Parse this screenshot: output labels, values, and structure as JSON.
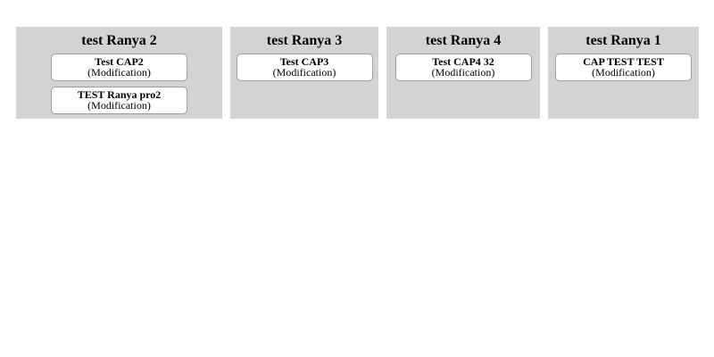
{
  "colors": {
    "page_background": "#ffffff",
    "panel_background": "#d3d3d3",
    "card_background": "#ffffff",
    "card_border": "#9d9d9d",
    "text": "#000000"
  },
  "panels": [
    {
      "title": "test Ranya 2",
      "cards": [
        {
          "name": "Test CAP2",
          "subtitle": "(Modification)"
        },
        {
          "name": "TEST Ranya pro2",
          "subtitle": "(Modification)"
        }
      ]
    },
    {
      "title": "test Ranya 3",
      "cards": [
        {
          "name": "Test CAP3",
          "subtitle": "(Modification)"
        }
      ]
    },
    {
      "title": "test Ranya 4",
      "cards": [
        {
          "name": "Test CAP4 32",
          "subtitle": "(Modification)"
        }
      ]
    },
    {
      "title": "test Ranya 1",
      "cards": [
        {
          "name": "CAP TEST TEST",
          "subtitle": "(Modification)"
        }
      ]
    }
  ]
}
